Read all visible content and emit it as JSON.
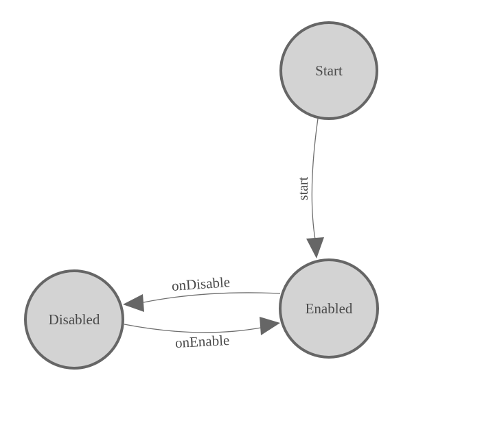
{
  "diagram": {
    "type": "state-machine",
    "colors": {
      "background": "#ffffff",
      "node_fill": "#d3d3d3",
      "node_stroke": "#666666",
      "edge": "#6e6e6e",
      "arrowhead": "#666666",
      "label": "#4a4a4a"
    },
    "nodes": {
      "start": {
        "label": "Start"
      },
      "enabled": {
        "label": "Enabled"
      },
      "disabled": {
        "label": "Disabled"
      }
    },
    "edges": {
      "start_to_enabled": {
        "from": "Start",
        "to": "Enabled",
        "label": "start"
      },
      "enabled_to_disabled": {
        "from": "Enabled",
        "to": "Disabled",
        "label": "onDisable"
      },
      "disabled_to_enabled": {
        "from": "Disabled",
        "to": "Enabled",
        "label": "onEnable"
      }
    }
  }
}
